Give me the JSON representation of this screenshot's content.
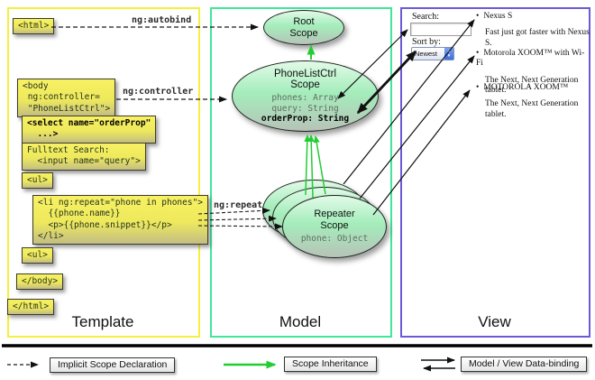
{
  "diagram": {
    "columns": {
      "template": {
        "label": "Template"
      },
      "model": {
        "label": "Model"
      },
      "view": {
        "label": "View"
      }
    },
    "code_boxes": {
      "html_open": "<html>",
      "body_open": "<body\n ng:controller=\n \"PhoneListCtrl\">",
      "select_order": "<select name=\"orderProp\"\n  ...>",
      "fulltext": "Fulltext Search:\n  <input name=\"query\">",
      "ul_open": "<ul>",
      "li_repeat": "<li ng:repeat=\"phone in phones\">\n  {{phone.name}}\n  <p>{{phone.snippet}}</p>\n</li>",
      "ul_close": "<ul>",
      "body_close": "</body>",
      "html_close": "</html>"
    },
    "scopes": {
      "root": {
        "title": "Root\nScope"
      },
      "phone_list": {
        "title": "PhoneListCtrl\nScope",
        "prop_phones": "phones: Array",
        "prop_query": "query: String",
        "prop_order": "orderProp: String"
      },
      "repeater": {
        "title": "Repeater\nScope",
        "prop_phone": "phone: Object"
      }
    },
    "edge_labels": {
      "autobind": "ng:autobind",
      "controller": "ng:controller",
      "repeat": "ng:repeat"
    }
  },
  "view_panel": {
    "search_label": "Search:",
    "sort_label": "Sort by:",
    "sort_value": "Newest",
    "items": [
      {
        "title": "Nexus S",
        "desc": "Fast just got faster with Nexus S."
      },
      {
        "title": "Motorola XOOM™ with Wi-Fi",
        "desc": "The Next, Next Generation tablet."
      },
      {
        "title": "MOTOROLA XOOM™",
        "desc": "The Next, Next Generation tablet."
      }
    ]
  },
  "legend": {
    "implicit": "Implicit Scope Declaration",
    "inheritance": "Scope Inheritance",
    "binding": "Model / View Data-binding"
  },
  "colors": {
    "template_border": "#f6ef3e",
    "model_border": "#3ee897",
    "view_border": "#6a5ad6",
    "arrow_green": "#22cc33",
    "box_yellow": "#f2ec5e"
  }
}
